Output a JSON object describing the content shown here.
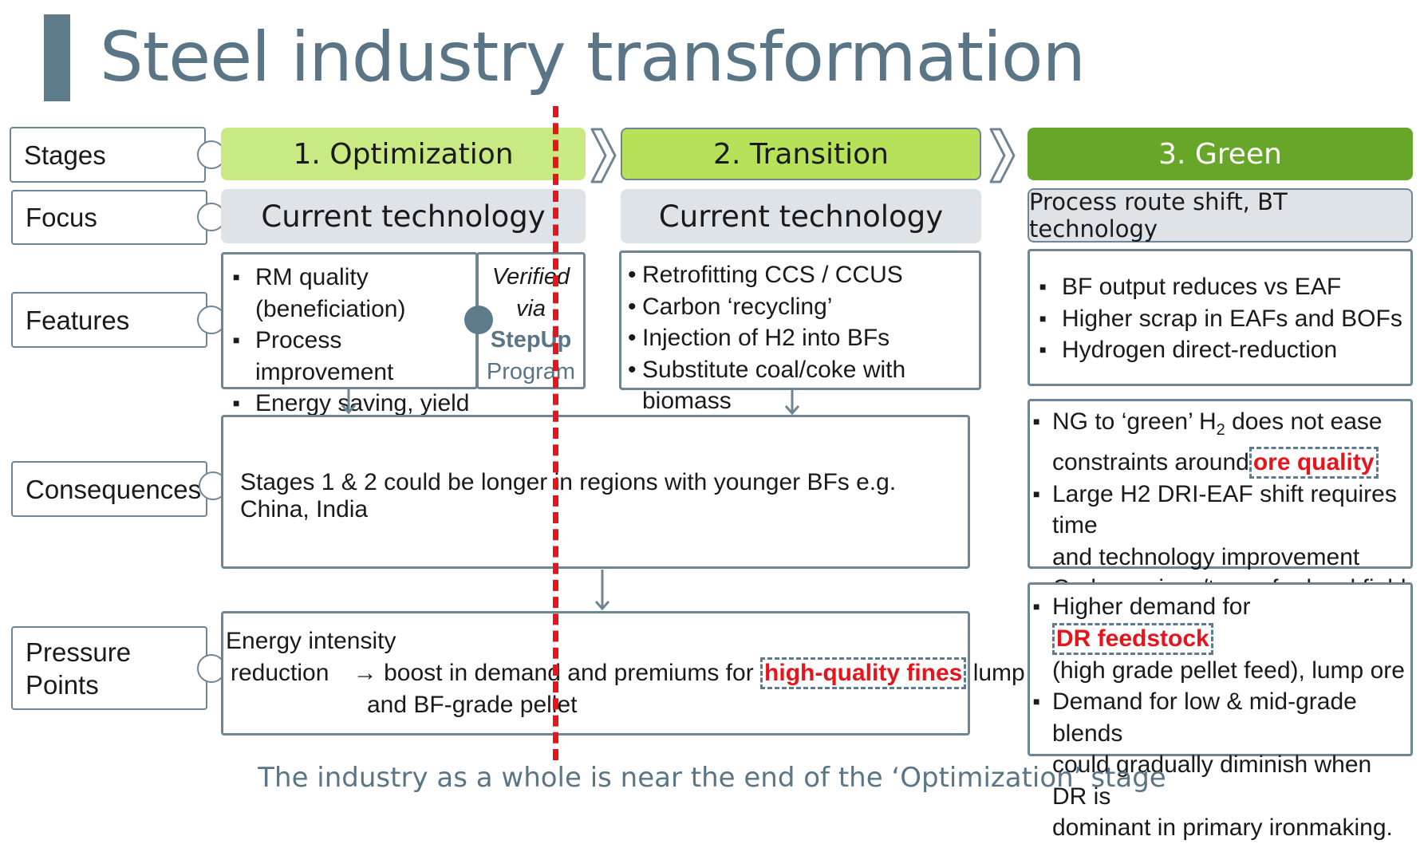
{
  "title": "Steel industry transformation",
  "row_labels": {
    "stages": "Stages",
    "focus": "Focus",
    "features": "Features",
    "consequences": "Consequences",
    "pressure_line1": "Pressure",
    "pressure_line2": "Points"
  },
  "stages": [
    {
      "label": "1. Optimization",
      "color": "#c9ea82"
    },
    {
      "label": "2. Transition",
      "color": "#b6e25a"
    },
    {
      "label": "3. Green",
      "color": "#68a62a"
    }
  ],
  "focus": [
    "Current technology",
    "Current technology",
    "Process route shift, BT technology"
  ],
  "features": {
    "optimization": [
      "RM quality",
      "(beneficiation)",
      "Process improvement",
      "Energy saving, yield"
    ],
    "verified": {
      "line1": "Verified",
      "line2": "via",
      "line3": "StepUp",
      "line4": "Program"
    },
    "transition": [
      "Retrofitting CCS / CCUS",
      "Carbon ‘recycling’",
      "Injection of H2 into BFs",
      "Substitute coal/coke with biomass"
    ],
    "green": [
      "BF output reduces vs EAF",
      "Higher scrap in EAFs and BOFs",
      "Hydrogen direct-reduction"
    ]
  },
  "consequences": {
    "main": "Stages 1 & 2 could be longer in regions with younger BFs e.g. China, India",
    "green": {
      "b1_pre": "NG to ‘green’ H",
      "b1_sub": "2",
      "b1_post": " does not ease",
      "b1_line2": "constraints around",
      "b1_highlight": "ore quality",
      "b2_line1": "Large H2 DRI-EAF shift requires time",
      "b2_line2": "and technology improvement",
      "b3": "Carbon prices/taxes for level field"
    }
  },
  "pressure": {
    "line1": "Energy intensity",
    "line2a": "reduction",
    "line2b": "→ boost in demand and premiums for",
    "highlight": "high-quality fines",
    "line2c": " lump",
    "line3": "and BF-grade pellet",
    "green": {
      "b1_pre": "Higher demand for",
      "b1_highlight": "DR feedstock",
      "b1_line2": "(high grade pellet feed), lump ore",
      "b2_line1": "Demand for low & mid-grade blends",
      "b2_line2": "could gradually diminish when DR is",
      "b2_line3": "dominant in primary ironmaking."
    }
  },
  "footer": "The industry as a whole is near the end of the ‘Optimization’ stage",
  "colors": {
    "accent": "#5a7585",
    "highlight_red": "#e8141b",
    "border": "#6f8593",
    "focus_bg": "#dde3e7"
  }
}
